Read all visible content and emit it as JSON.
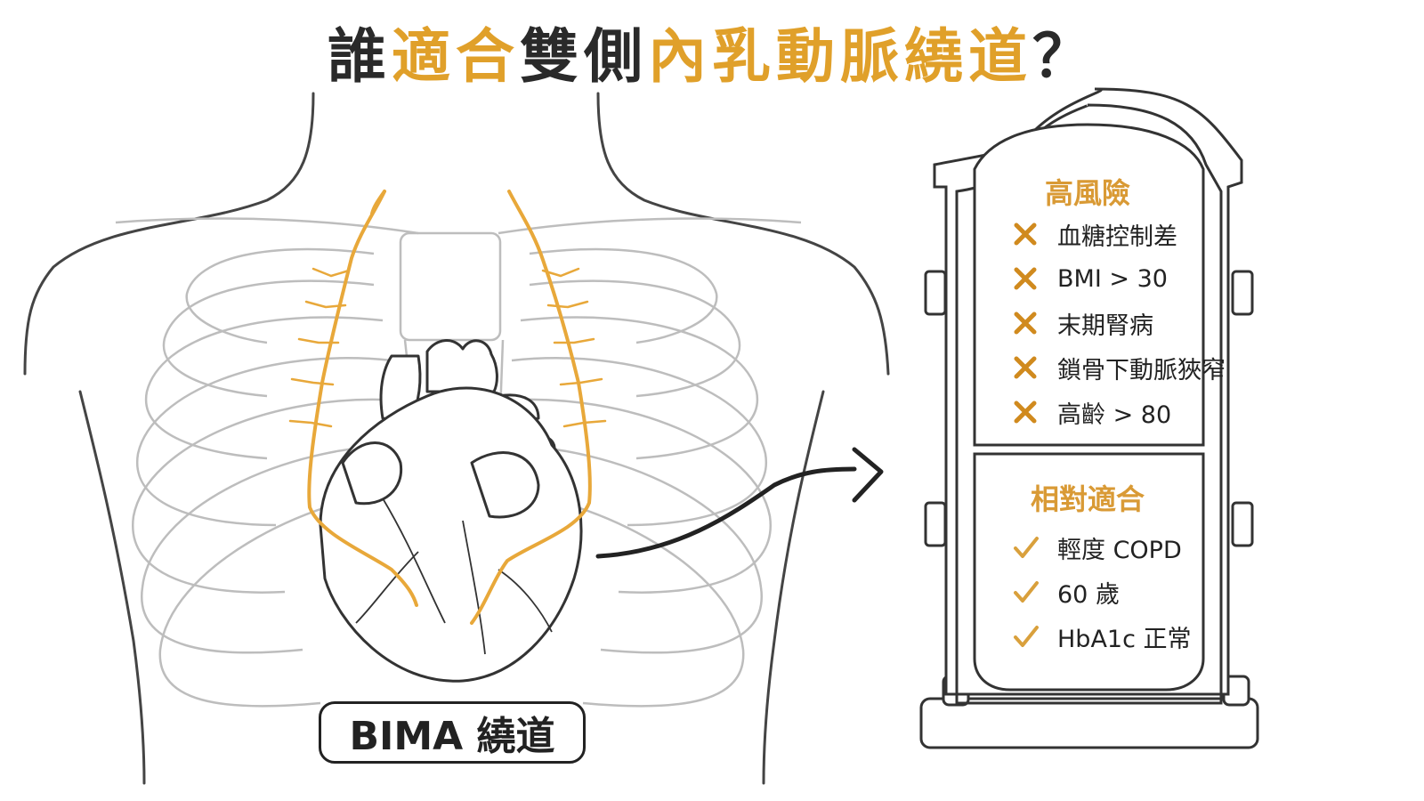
{
  "title": {
    "parts": [
      {
        "text": "誰",
        "tone": "dark"
      },
      {
        "text": "適合",
        "tone": "gold"
      },
      {
        "text": "雙側",
        "tone": "dark"
      },
      {
        "text": "內乳動脈繞道",
        "tone": "gold"
      },
      {
        "text": "？",
        "tone": "dark"
      }
    ]
  },
  "colors": {
    "accent": "#e0a02a",
    "artery": "#e8a83a",
    "ink": "#2a2a2a",
    "check": "#d9a03c"
  },
  "illustration": {
    "label": "BIMA 繞道",
    "icons": [
      "torso-ribcage",
      "heart",
      "internal-mammary-arteries",
      "arrow-right"
    ]
  },
  "panel": {
    "high_risk": {
      "title": "高風險",
      "icon": "x-icon",
      "items": [
        "血糖控制差",
        "BMI > 30",
        "末期腎病",
        "鎖骨下動脈狹窄",
        "高齡 > 80"
      ]
    },
    "suitable": {
      "title": "相對適合",
      "icon": "check-icon",
      "items": [
        "輕度 COPD",
        "60 歲",
        "HbA1c 正常"
      ]
    }
  }
}
